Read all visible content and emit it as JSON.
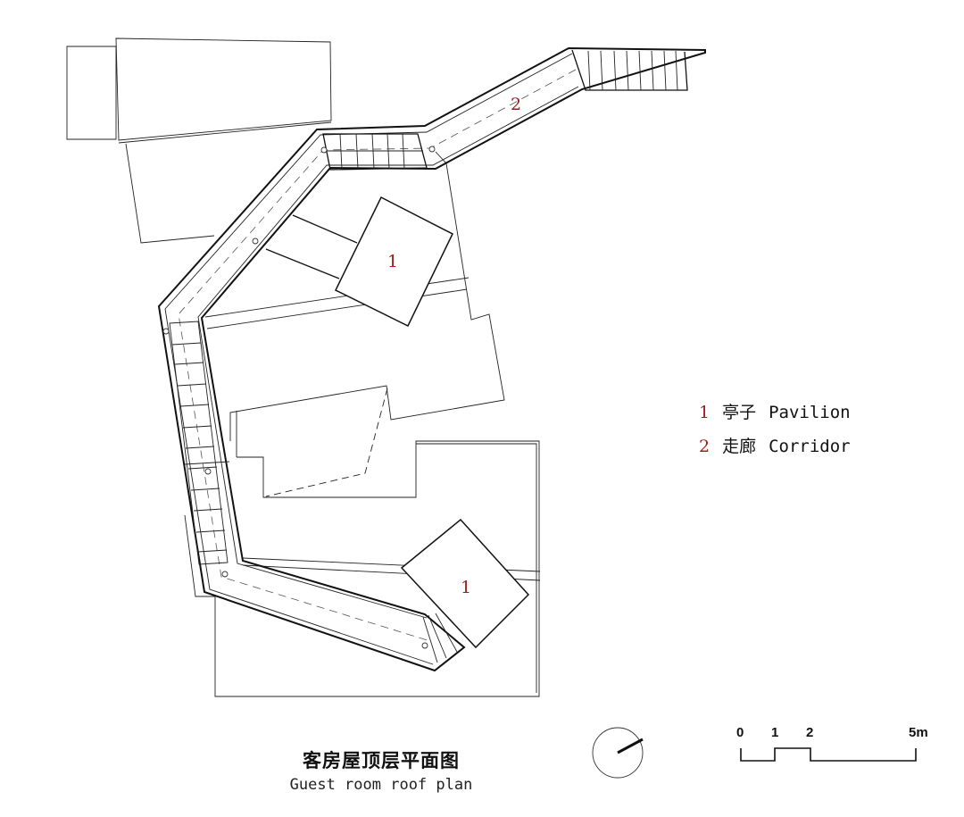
{
  "markers": {
    "pavilion_upper": "1",
    "pavilion_lower": "1",
    "corridor": "2"
  },
  "legend": [
    {
      "num": "1",
      "zh": "亭子",
      "en": "Pavilion"
    },
    {
      "num": "2",
      "zh": "走廊",
      "en": "Corridor"
    }
  ],
  "title": {
    "zh": "客房屋顶层平面图",
    "en": "Guest room roof plan"
  },
  "scale_bar": {
    "labels": [
      "0",
      "1",
      "2",
      "5m"
    ]
  },
  "icons": {
    "north_arrow": "north-arrow-icon"
  },
  "colors": {
    "marker": "#9b2020",
    "line": "#111111"
  }
}
